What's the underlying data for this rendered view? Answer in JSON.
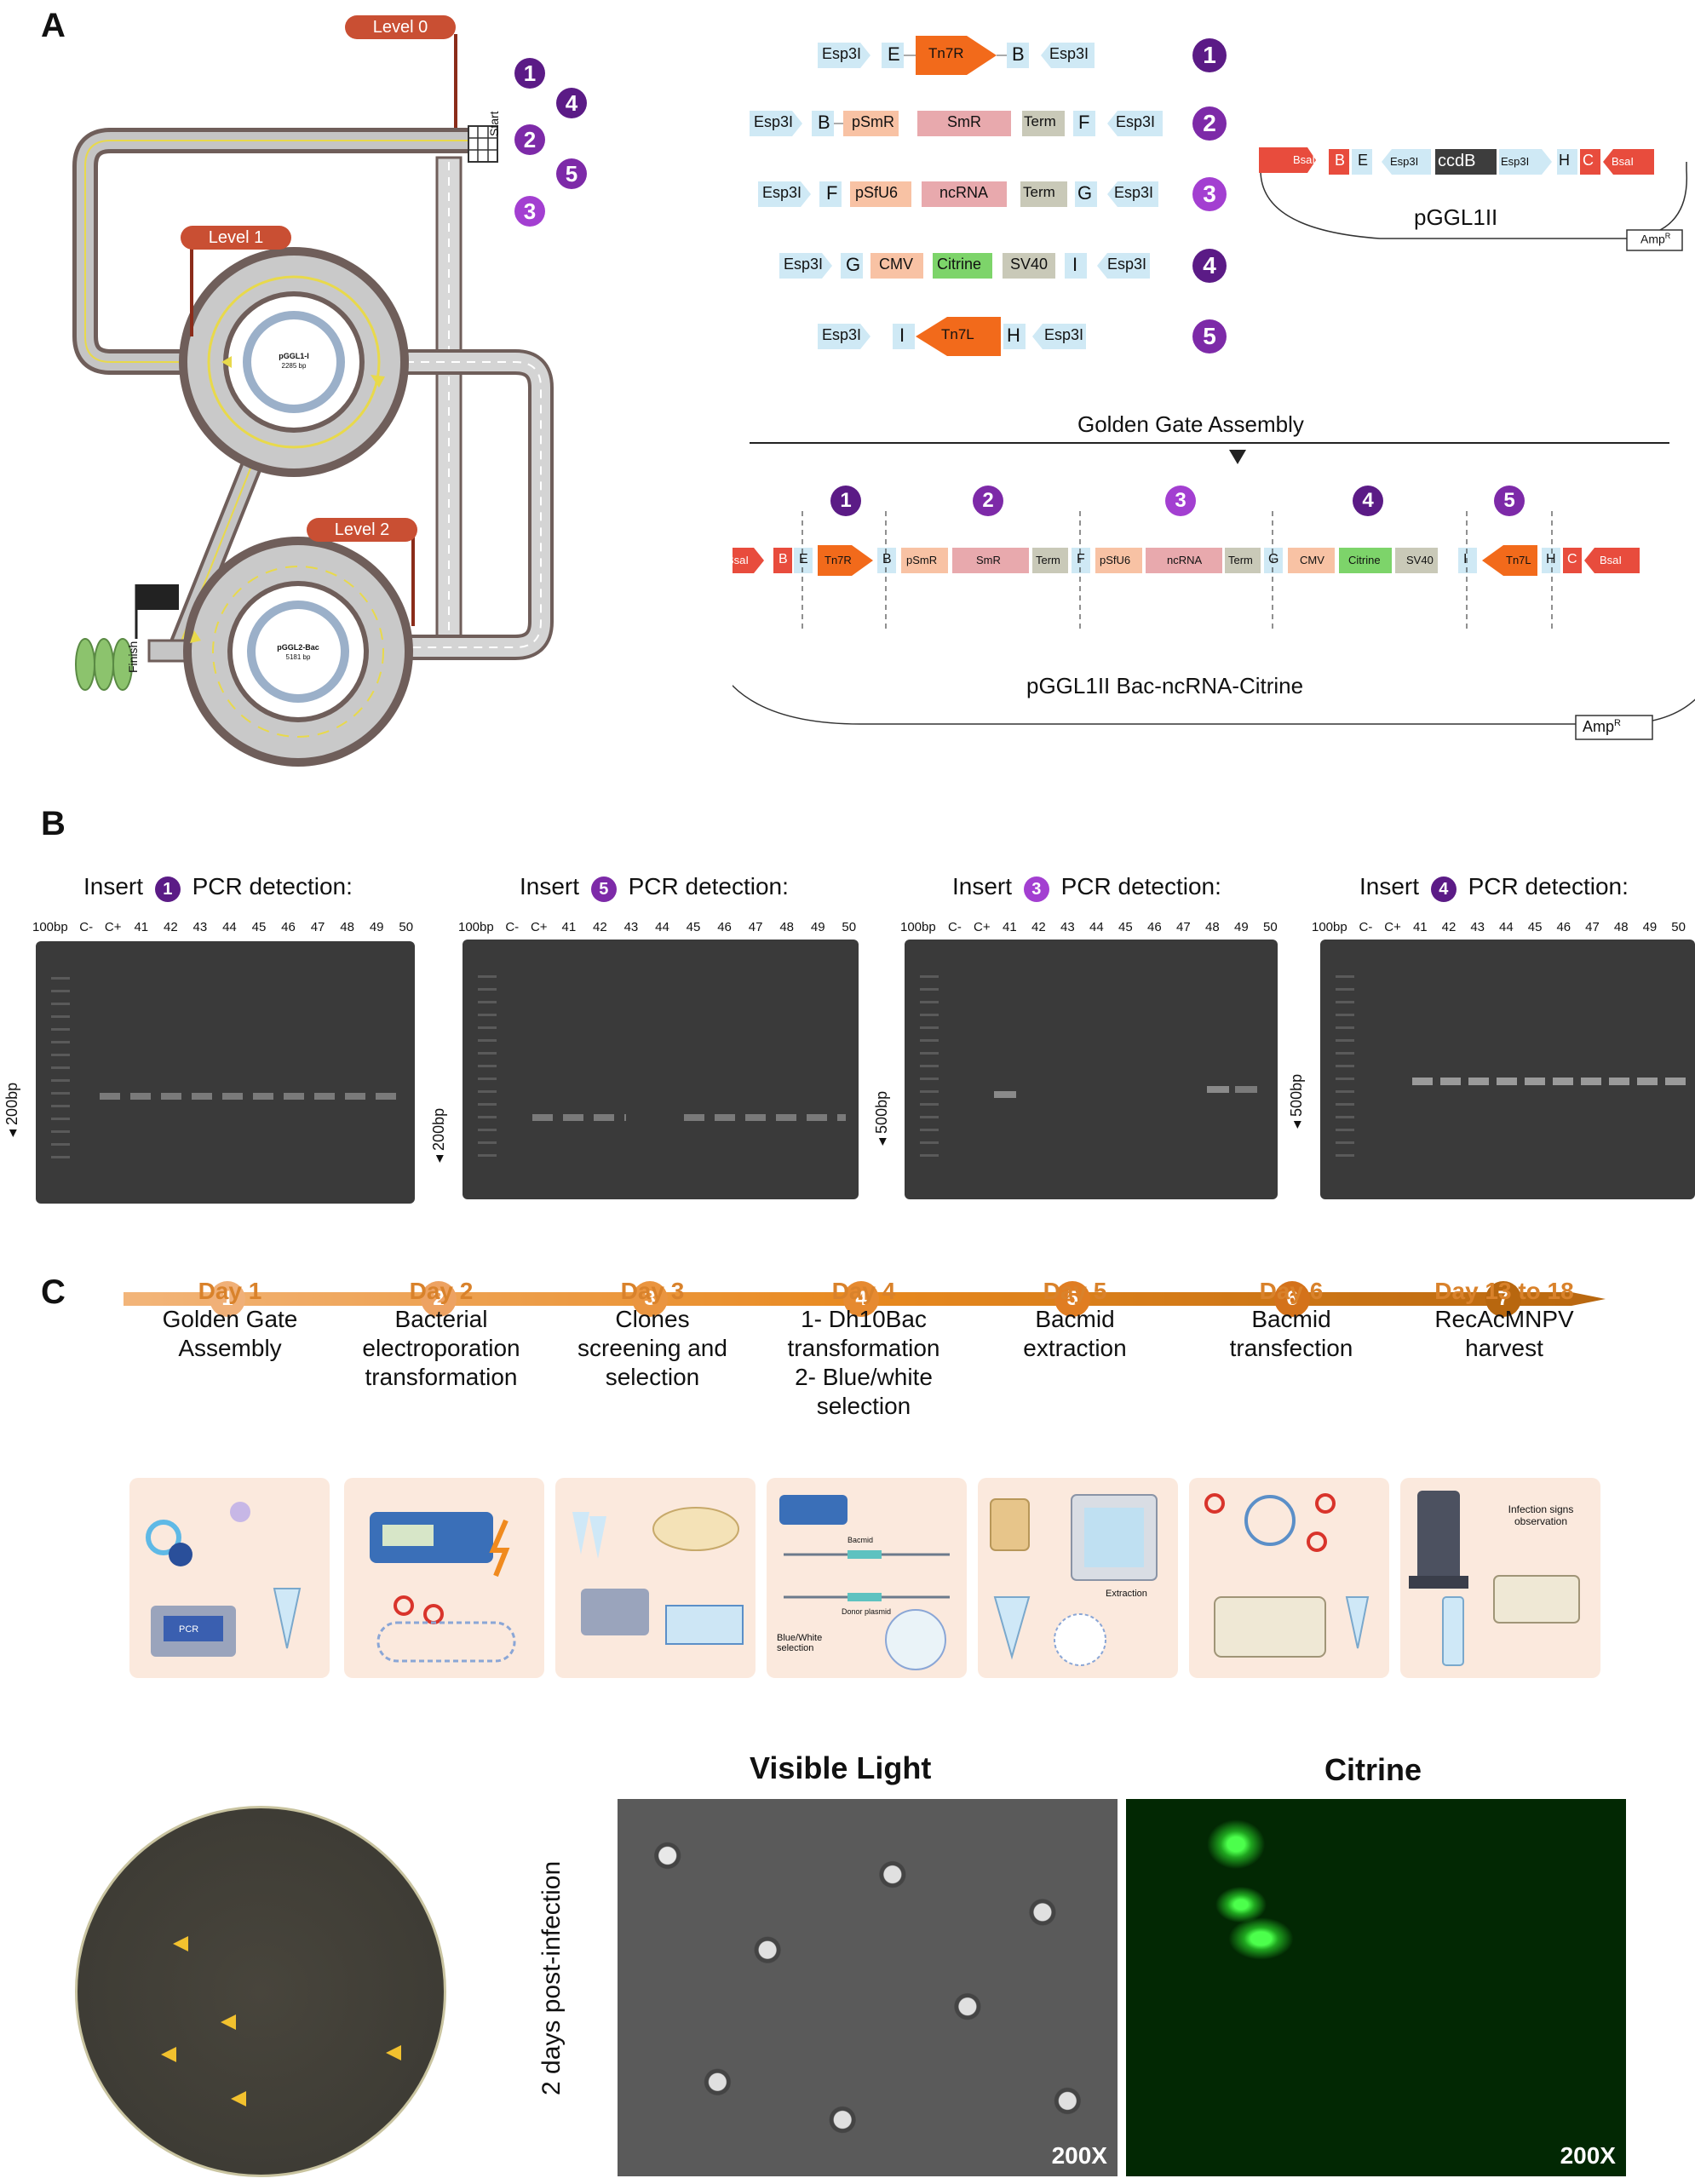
{
  "panels": {
    "a": "A",
    "b": "B",
    "c": "C"
  },
  "track": {
    "level0": "Level 0",
    "level1": "Level 1",
    "level2": "Level 2",
    "start": "Start",
    "finish": "Finish",
    "plasmid1_name": "pGGL1-I",
    "plasmid1_size": "2285 bp",
    "plasmid2_name": "pGGL2-Bac",
    "plasmid2_size": "5181 bp",
    "numbers": [
      "1",
      "4",
      "2",
      "5",
      "3"
    ]
  },
  "parts": [
    {
      "num": "1",
      "left": "Esp3I",
      "oh1": "E",
      "oh2": "B",
      "right": "Esp3I",
      "elements": [
        "Tn7R"
      ]
    },
    {
      "num": "2",
      "left": "Esp3I",
      "oh1": "B",
      "oh2": "F",
      "right": "Esp3I",
      "elements": [
        "pSmR",
        "SmR",
        "Term"
      ]
    },
    {
      "num": "3",
      "left": "Esp3I",
      "oh1": "F",
      "oh2": "G",
      "right": "Esp3I",
      "elements": [
        "pSfU6",
        "ncRNA",
        "Term"
      ]
    },
    {
      "num": "4",
      "left": "Esp3I",
      "oh1": "G",
      "oh2": "I",
      "right": "Esp3I",
      "elements": [
        "CMV",
        "Citrine",
        "SV40"
      ]
    },
    {
      "num": "5",
      "left": "Esp3I",
      "oh1": "I",
      "oh2": "H",
      "right": "Esp3I",
      "elements": [
        "Tn7L"
      ]
    }
  ],
  "backbone": {
    "name": "pGGL1II",
    "bsai": "BsaI",
    "b": "B",
    "e": "E",
    "esp": "Esp3I",
    "ccdb": "ccdB",
    "h": "H",
    "c": "C",
    "amp": "Amp",
    "amp_sup": "R"
  },
  "assembly": {
    "title": "Golden Gate Assembly",
    "name": "pGGL1II Bac-ncRNA-Citrine",
    "amp": "Amp",
    "amp_sup": "R",
    "numbers": [
      "1",
      "2",
      "3",
      "4",
      "5"
    ],
    "elements": [
      "BsaI",
      "B",
      "E",
      "Tn7R",
      "B",
      "pSmR",
      "SmR",
      "Term",
      "F",
      "pSfU6",
      "ncRNA",
      "Term",
      "G",
      "CMV",
      "Citrine",
      "SV40",
      "I",
      "Tn7L",
      "H",
      "C",
      "BsaI"
    ]
  },
  "gels": [
    {
      "insert": "1",
      "title_pre": "Insert",
      "title_post": "PCR detection:",
      "marker": "200bp",
      "lanes": [
        "100bp",
        "C-",
        "C+",
        "41",
        "42",
        "43",
        "44",
        "45",
        "46",
        "47",
        "48",
        "49",
        "50"
      ]
    },
    {
      "insert": "5",
      "title_pre": "Insert",
      "title_post": "PCR detection:",
      "marker": "200bp",
      "lanes": [
        "100bp",
        "C-",
        "C+",
        "41",
        "42",
        "43",
        "44",
        "45",
        "46",
        "47",
        "48",
        "49",
        "50"
      ]
    },
    {
      "insert": "3",
      "title_pre": "Insert",
      "title_post": "PCR detection:",
      "marker": "500bp",
      "lanes": [
        "100bp",
        "C-",
        "C+",
        "41",
        "42",
        "43",
        "44",
        "45",
        "46",
        "47",
        "48",
        "49",
        "50"
      ]
    },
    {
      "insert": "4",
      "title_pre": "Insert",
      "title_post": "PCR detection:",
      "marker": "500bp",
      "lanes": [
        "100bp",
        "C-",
        "C+",
        "41",
        "42",
        "43",
        "44",
        "45",
        "46",
        "47",
        "48",
        "49",
        "50"
      ]
    }
  ],
  "timeline": [
    {
      "num": "1",
      "day": "Day 1",
      "desc": [
        "Golden Gate",
        "Assembly"
      ]
    },
    {
      "num": "2",
      "day": "Day 2",
      "desc": [
        "Bacterial",
        "electroporation",
        "transformation"
      ]
    },
    {
      "num": "3",
      "day": "Day 3",
      "desc": [
        "Clones",
        "screening and",
        "selection"
      ]
    },
    {
      "num": "4",
      "day": "Day 4",
      "desc": [
        "1- Dh10Bac",
        "transformation",
        "2- Blue/white",
        "selection"
      ]
    },
    {
      "num": "5",
      "day": "Day 5",
      "desc": [
        "Bacmid",
        "extraction"
      ]
    },
    {
      "num": "6",
      "day": "Day 6",
      "desc": [
        "Bacmid",
        "transfection"
      ]
    },
    {
      "num": "7",
      "day": "Day 13 to 18",
      "desc": [
        "RecAcMNPV",
        "harvest"
      ]
    }
  ],
  "illus_labels": {
    "pcr": "PCR",
    "bacmid": "Bacmid",
    "donor": "Donor plasmid",
    "bluewhite": "Blue/White selection",
    "extraction": "Extraction",
    "infection": "Infection signs observation"
  },
  "micro": {
    "visible": "Visible Light",
    "citrine": "Citrine",
    "side": "2 days post-infection",
    "mag1": "200X",
    "mag2": "200X"
  }
}
